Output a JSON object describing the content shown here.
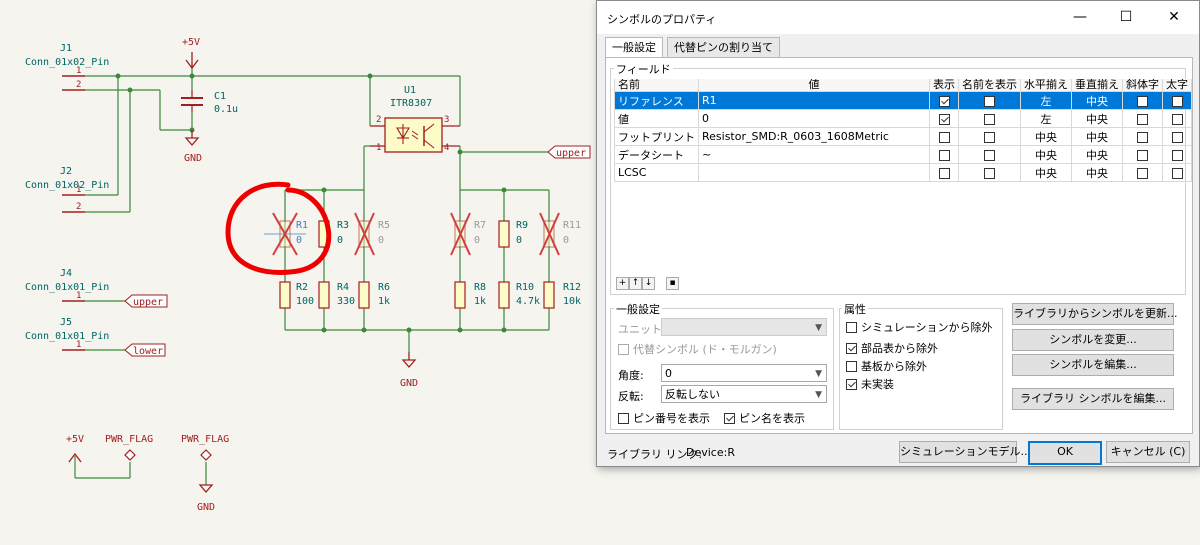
{
  "schematic": {
    "j1": {
      "ref": "J1",
      "value": "Conn_01x02_Pin",
      "pins": [
        "1",
        "2"
      ]
    },
    "j2": {
      "ref": "J2",
      "value": "Conn_01x02_Pin",
      "pins": [
        "1",
        "2"
      ]
    },
    "j4": {
      "ref": "J4",
      "value": "Conn_01x01_Pin",
      "pin": "1",
      "label": "upper"
    },
    "j5": {
      "ref": "J5",
      "value": "Conn_01x01_Pin",
      "pin": "1",
      "label": "lower"
    },
    "c1": {
      "ref": "C1",
      "value": "0.1u"
    },
    "vcc": "+5V",
    "gnd": "GND",
    "u1": {
      "ref": "U1",
      "value": "ITR8307",
      "pins": [
        "1",
        "2",
        "3",
        "4"
      ]
    },
    "upper_label": "upper",
    "resistors": [
      {
        "ref": "R1",
        "value": "0"
      },
      {
        "ref": "R3",
        "value": "0"
      },
      {
        "ref": "R5",
        "value": "0"
      },
      {
        "ref": "R7",
        "value": "0"
      },
      {
        "ref": "R9",
        "value": "0"
      },
      {
        "ref": "R11",
        "value": "0"
      },
      {
        "ref": "R2",
        "value": "100"
      },
      {
        "ref": "R4",
        "value": "330"
      },
      {
        "ref": "R6",
        "value": "1k"
      },
      {
        "ref": "R8",
        "value": "1k"
      },
      {
        "ref": "R10",
        "value": "4.7k"
      },
      {
        "ref": "R12",
        "value": "10k"
      }
    ],
    "pwr_flag": "PWR_FLAG"
  },
  "dialog": {
    "title": "シンボルのプロパティ",
    "window_buttons": {
      "minimize": "—",
      "maximize": "☐",
      "close": "✕"
    },
    "tabs": [
      "一般設定",
      "代替ピンの割り当て"
    ],
    "fields_group": "フィールド",
    "columns": [
      "名前",
      "値",
      "表示",
      "名前を表示",
      "水平揃え",
      "垂直揃え",
      "斜体字",
      "太字"
    ],
    "rows": [
      {
        "name": "リファレンス",
        "value": "R1",
        "show": true,
        "show_name": false,
        "h": "左",
        "v": "中央",
        "italic": false,
        "bold": false
      },
      {
        "name": "値",
        "value": "0",
        "show": true,
        "show_name": false,
        "h": "左",
        "v": "中央",
        "italic": false,
        "bold": false
      },
      {
        "name": "フットプリント",
        "value": "Resistor_SMD:R_0603_1608Metric",
        "show": false,
        "show_name": false,
        "h": "中央",
        "v": "中央",
        "italic": false,
        "bold": false
      },
      {
        "name": "データシート",
        "value": "~",
        "show": false,
        "show_name": false,
        "h": "中央",
        "v": "中央",
        "italic": false,
        "bold": false
      },
      {
        "name": "LCSC",
        "value": "",
        "show": false,
        "show_name": false,
        "h": "中央",
        "v": "中央",
        "italic": false,
        "bold": false
      }
    ],
    "general": {
      "title": "一般設定",
      "unit_label": "ユニット:",
      "alt_symbol": "代替シンボル (ド・モルガン)",
      "angle_label": "角度:",
      "angle_value": "0",
      "flip_label": "反転:",
      "flip_value": "反転しない",
      "show_pin_numbers": "ピン番号を表示",
      "show_pin_names": "ピン名を表示"
    },
    "attributes": {
      "title": "属性",
      "items": [
        {
          "label": "シミュレーションから除外",
          "checked": false
        },
        {
          "label": "部品表から除外",
          "checked": true
        },
        {
          "label": "基板から除外",
          "checked": false
        },
        {
          "label": "未実装",
          "checked": true
        }
      ]
    },
    "buttons": {
      "update": "ライブラリからシンボルを更新...",
      "change": "シンボルを変更...",
      "edit": "シンボルを編集...",
      "edit_lib": "ライブラリ シンボルを編集...",
      "sim_model": "シミュレーションモデル...",
      "ok": "OK",
      "cancel": "キャンセル (C)"
    },
    "library_link_label": "ライブラリ リンク:",
    "library_link_value": "Device:R"
  }
}
